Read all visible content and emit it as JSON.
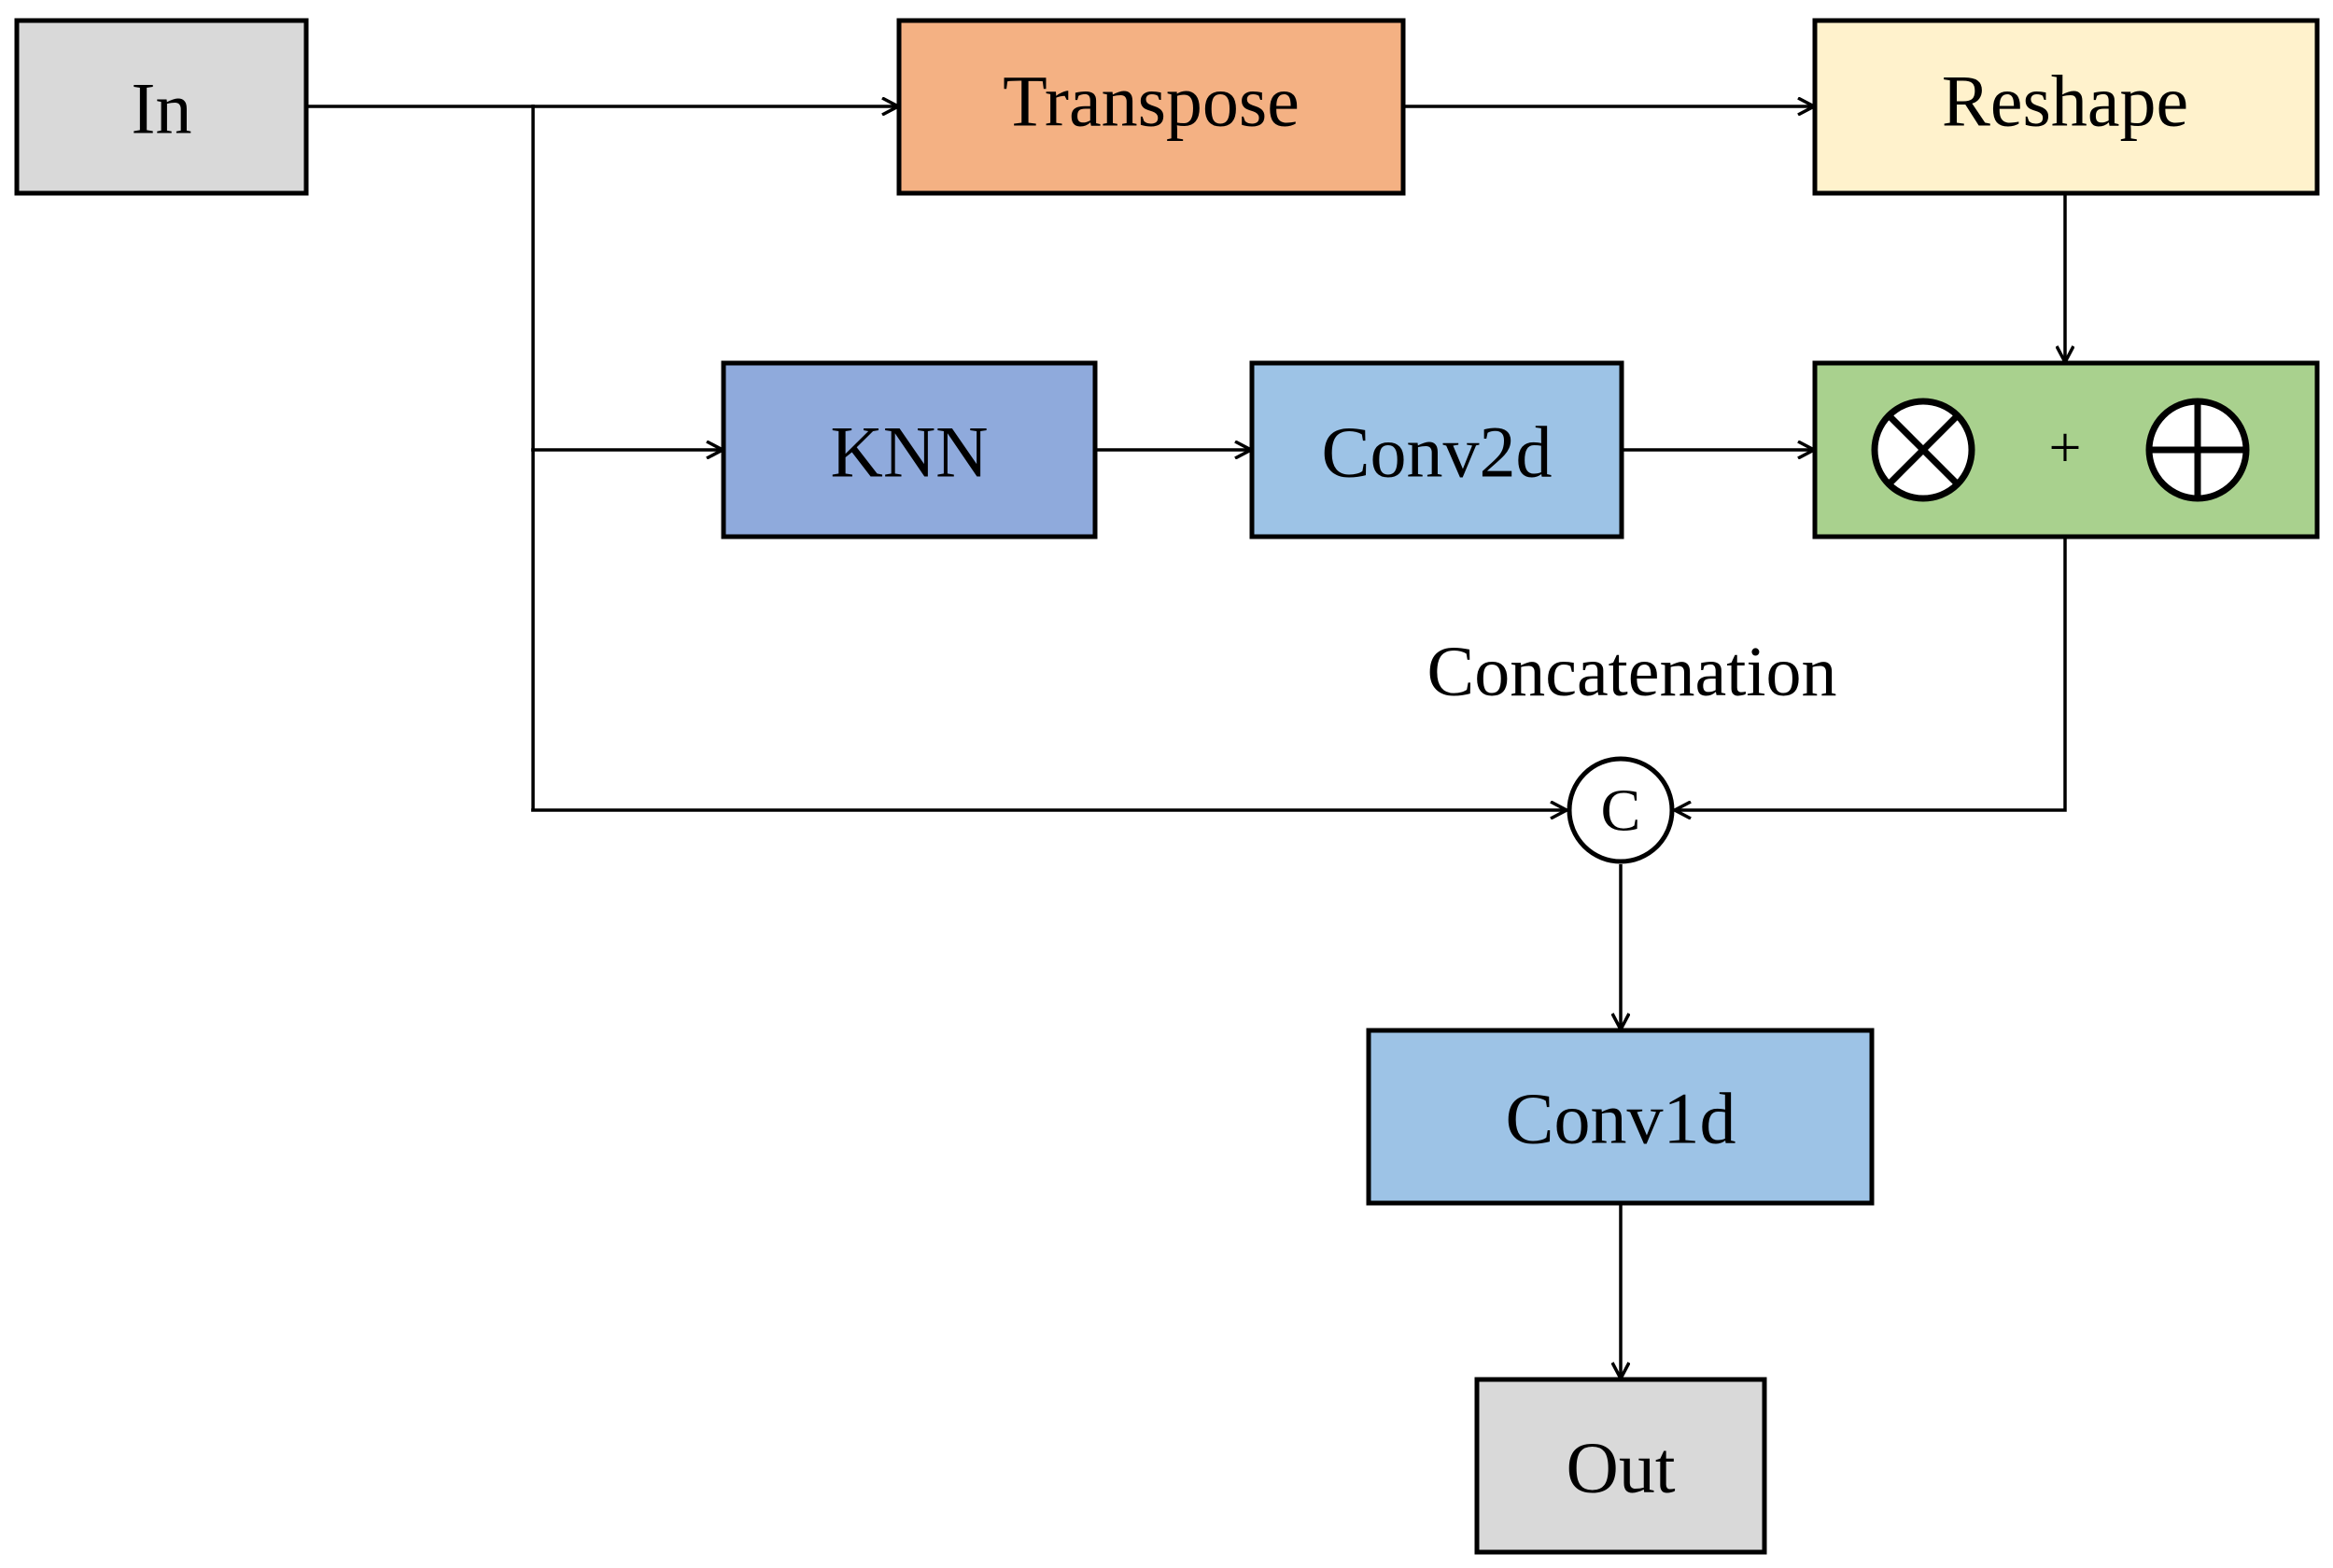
{
  "nodes": {
    "in": {
      "label": "In",
      "color": "#d9d9d9"
    },
    "transpose": {
      "label": "Transpose",
      "color": "#f4b183"
    },
    "reshape": {
      "label": "Reshape",
      "color": "#fff2cc"
    },
    "knn": {
      "label": "KNN",
      "color": "#8faadc"
    },
    "conv2d": {
      "label": "Conv2d",
      "color": "#9dc3e6"
    },
    "fusion": {
      "label": "+",
      "color": "#a9d18e",
      "multiply_icon": "circled-times-icon",
      "add_icon": "circled-plus-icon"
    },
    "concat": {
      "label": "C",
      "color": "#ffffff"
    },
    "conv1d": {
      "label": "Conv1d",
      "color": "#9dc3e6"
    },
    "out": {
      "label": "Out",
      "color": "#d9d9d9"
    }
  },
  "annotations": {
    "concatenation": "Concatenation"
  },
  "edges": [
    {
      "from": "In",
      "to": "Transpose"
    },
    {
      "from": "Transpose",
      "to": "Reshape"
    },
    {
      "from": "Reshape",
      "to": "+"
    },
    {
      "from": "In",
      "to": "KNN"
    },
    {
      "from": "KNN",
      "to": "Conv2d"
    },
    {
      "from": "Conv2d",
      "to": "+"
    },
    {
      "from": "In",
      "to": "C"
    },
    {
      "from": "+",
      "to": "C"
    },
    {
      "from": "C",
      "to": "Conv1d"
    },
    {
      "from": "Conv1d",
      "to": "Out"
    }
  ]
}
